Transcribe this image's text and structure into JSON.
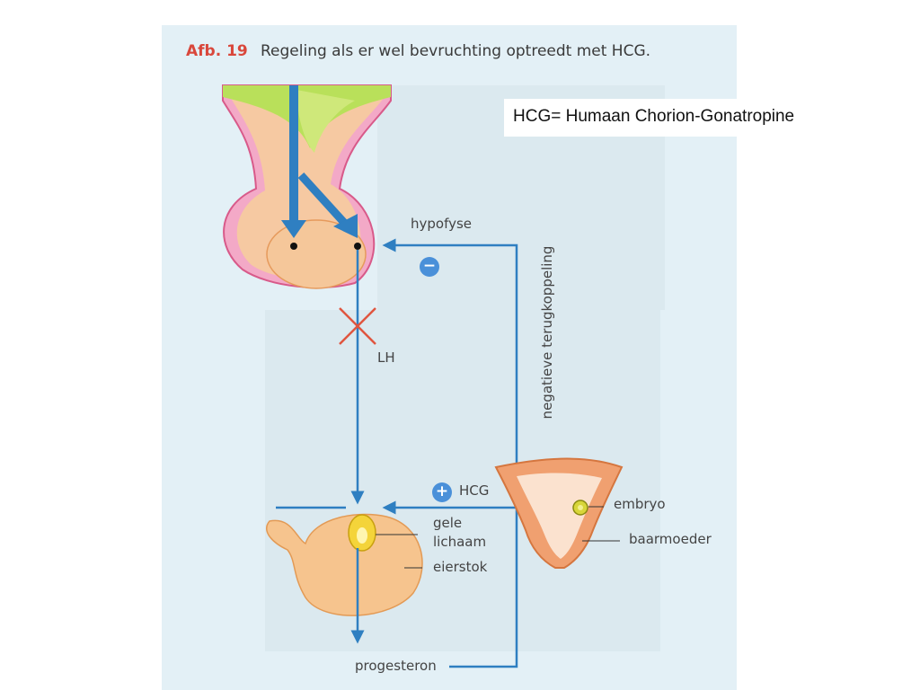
{
  "figure": {
    "number": "Afb. 19",
    "caption": "Regeling als er wel bevruchting optreedt met HCG."
  },
  "note": {
    "text": "HCG= Humaan Chorion-Gonatropine"
  },
  "labels": {
    "hypofyse": "hypofyse",
    "lh": "LH",
    "feedback": "negatieve terugkoppeling",
    "hcg": "HCG",
    "gele_lichaam_line1": "gele",
    "gele_lichaam_line2": "lichaam",
    "eierstok": "eierstok",
    "embryo": "embryo",
    "baarmoeder": "baarmoeder",
    "progesteron": "progesteron"
  },
  "signs": {
    "negative": "−",
    "positive": "+"
  },
  "colors": {
    "arrow": "#2f7fc1",
    "caption_number": "#d9473b",
    "cross": "#e0553f"
  }
}
